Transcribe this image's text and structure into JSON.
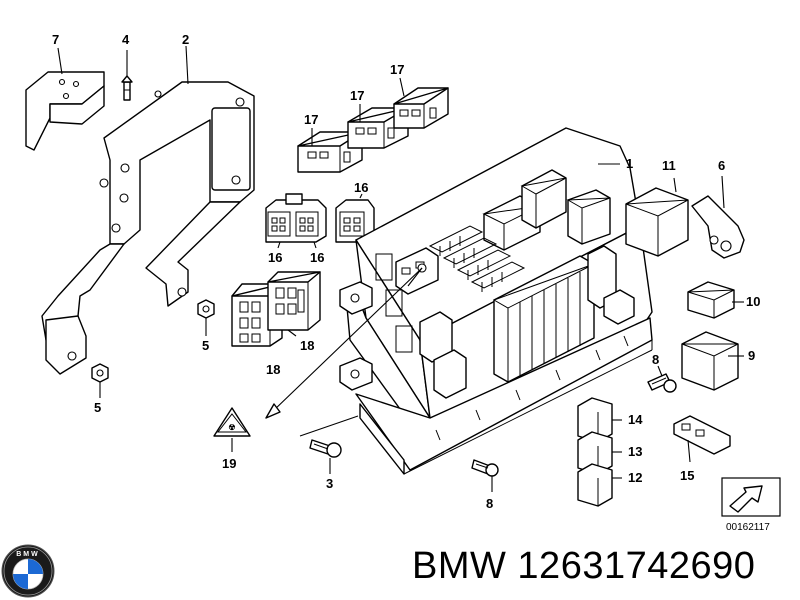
{
  "callouts": {
    "c1": "1",
    "c2": "2",
    "c3": "3",
    "c4": "4",
    "c5a": "5",
    "c5b": "5",
    "c6": "6",
    "c7": "7",
    "c8a": "8",
    "c8b": "8",
    "c9": "9",
    "c10": "10",
    "c11": "11",
    "c12": "12",
    "c13": "13",
    "c14": "14",
    "c15": "15",
    "c16a": "16",
    "c16b": "16",
    "c16c": "16",
    "c17a": "17",
    "c17b": "17",
    "c17c": "17",
    "c18a": "18",
    "c18b": "18",
    "c19": "19"
  },
  "logo": {
    "ring_text": "BMW"
  },
  "diagram_ref": "00162117",
  "part_label": "BMW 12631742690",
  "colors": {
    "line": "#000000",
    "background": "#ffffff",
    "logo_blue": "#1c69d4"
  }
}
